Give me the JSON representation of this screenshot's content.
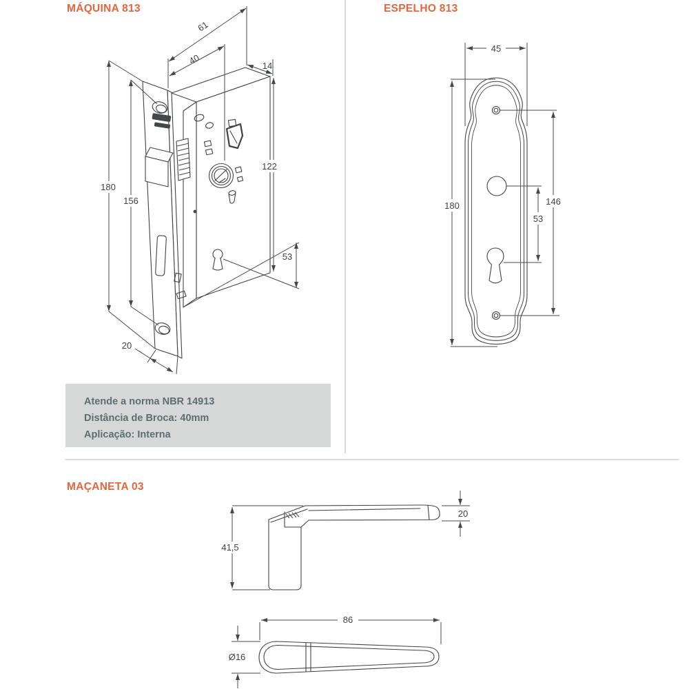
{
  "page": {
    "accent_color": "#E7653C",
    "line_color": "#3F4245",
    "info_box_bg": "#D6D8D8",
    "info_text_color": "#5E6E70"
  },
  "machine": {
    "title": "MÁQUINA 813",
    "dims": {
      "d61": "61",
      "d40": "40",
      "d14": "14",
      "d122": "122",
      "d180": "180",
      "d156": "156",
      "d53": "53",
      "d20": "20"
    },
    "notes": [
      "Atende a norma NBR 14913",
      "Distância de Broca: 40mm",
      "Aplicação: Interna"
    ]
  },
  "espelho": {
    "title": "ESPELHO 813",
    "dims": {
      "d45": "45",
      "d180": "180",
      "d146": "146",
      "d53": "53"
    }
  },
  "macaneta": {
    "title": "MAÇANETA 03",
    "dims": {
      "d41_5": "41,5",
      "d20": "20",
      "d86": "86",
      "d16": "Ø16"
    }
  }
}
